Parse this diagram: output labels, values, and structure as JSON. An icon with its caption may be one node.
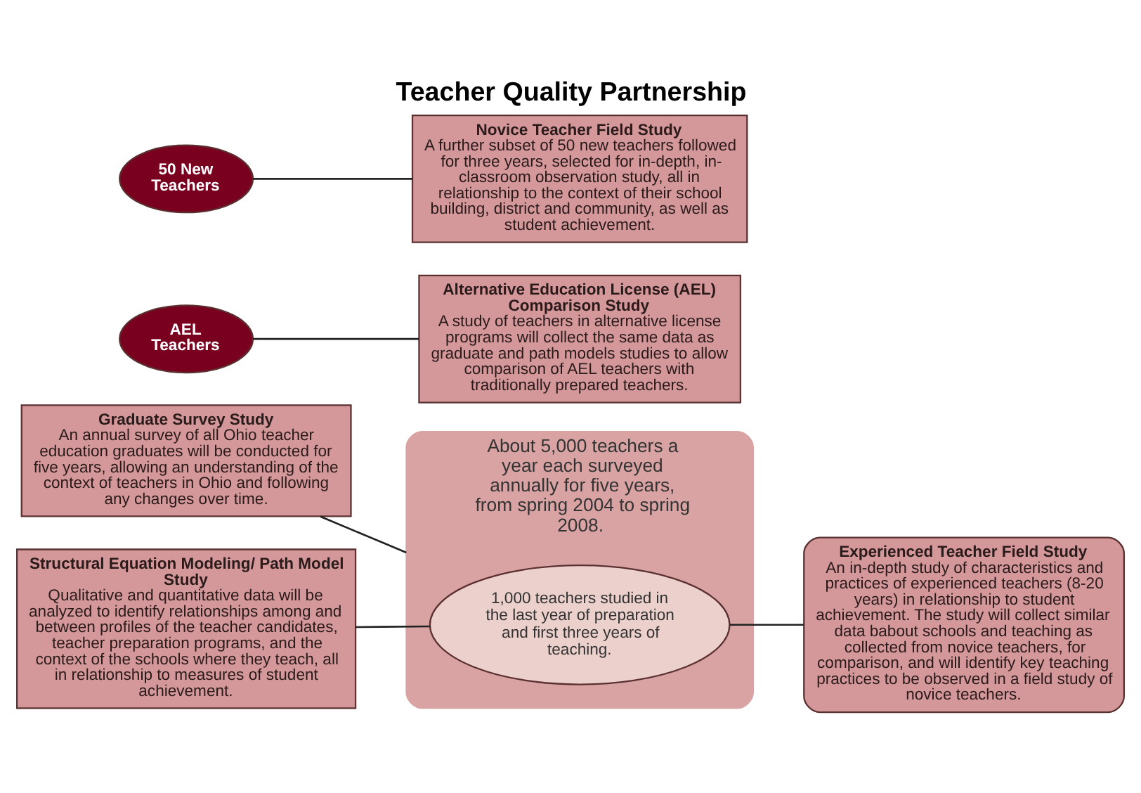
{
  "diagram": {
    "title": "Teacher Quality Partnership",
    "nodes": [
      {
        "text": [
          "Graduate Survey Study",
          "An annual survey of all Ohio teacher education graduates will be conducted for five years, allowing an understanding of the context of teachers in Ohio and following any changes over time."
        ]
      },
      {
        "text": [
          "About 5,000 teachers a year each surveyed annually for five years, from spring 2004 to spring 2008."
        ]
      },
      {
        "text": [
          "Experienced Teacher Field Study",
          "An in-depth study of characteristics and practices of experienced teachers (8-20 years) in relationship to student achievement. The study will collect similar data babout schools and teaching as collected from novice teachers, for comparison, and will identify key teaching practices to be observed in a field study of novice teachers."
        ]
      },
      {
        "text": [
          "1,000 teachers studied in the last year of preparation and first three years of teaching."
        ],
        "in": 1
      },
      {
        "text": [
          "Structural Equation Modeling/ Path Model Study",
          "Qualitative and quantitative data will be analyzed to identify relationships among and between profiles of the teacher candidates, teacher preparation programs, and the context of the schools where they teach, all in relationship to measures of student achievement."
        ]
      },
      {
        "text": [
          "AEL Teachers"
        ]
      },
      {
        "text": [
          "50 New Teachers"
        ]
      },
      {
        "text": [
          "Alternative Education License (AEL) Comparison Study",
          "A study of teachers in alternative license programs will collect the same data as graduate and path models studies to allow comparison of AEL teachers with traditionally prepared teachers."
        ]
      },
      {
        "text": [
          "Novice Teacher Field Study",
          "A further subset of 50 new teachers followed for three years, selected for in-depth, in-classroom observation study, all in relationship to the context of their school building, district and community, as well as student achievement."
        ]
      }
    ],
    "edges": [
      {
        "from": 0,
        "to": 1,
        "arrow": "none"
      },
      {
        "from": 4,
        "to": 3,
        "arrow": "none"
      },
      {
        "from": 3,
        "to": 2,
        "arrow": "none"
      },
      {
        "from": 5,
        "to": 7,
        "arrow": "none"
      },
      {
        "from": 6,
        "to": 8,
        "arrow": "none"
      }
    ]
  }
}
